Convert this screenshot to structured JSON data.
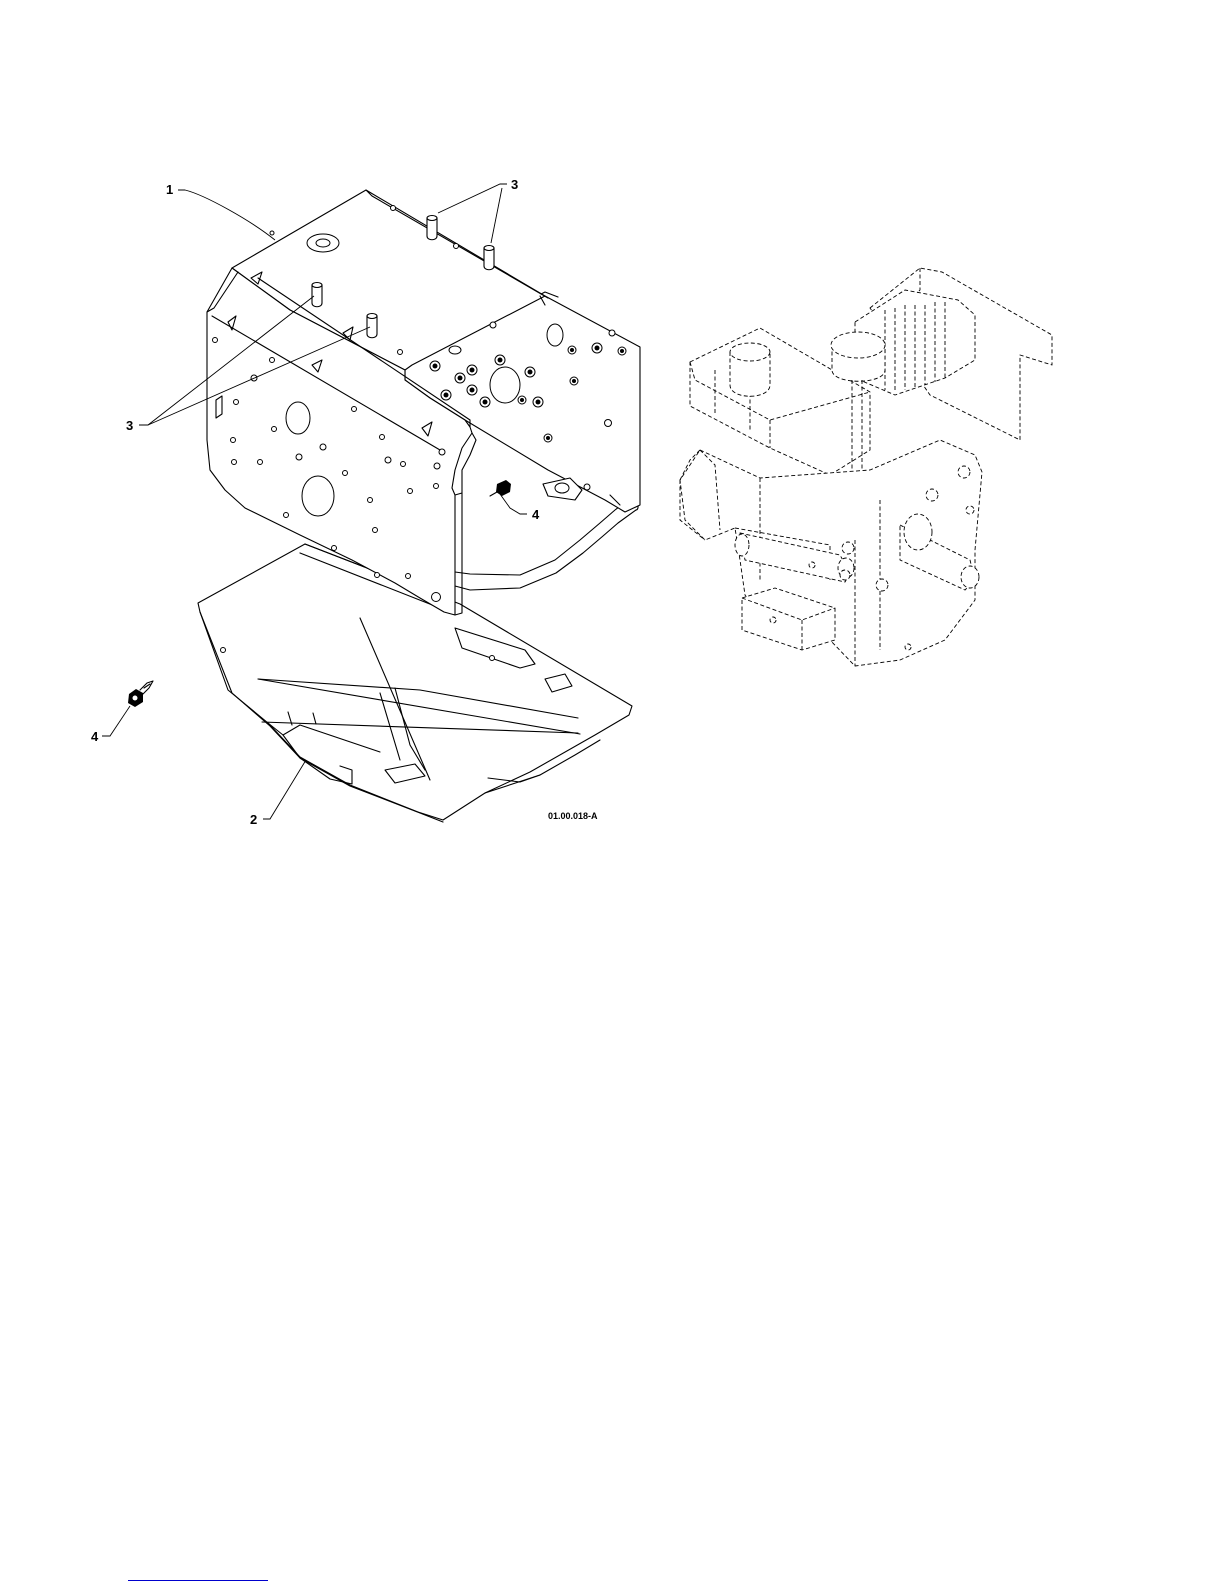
{
  "callouts": {
    "c1": "1",
    "c2": "2",
    "c3_top": "3",
    "c3_left": "3",
    "c4_right": "4",
    "c4_left": "4"
  },
  "drawing_id": "01.00.018-A",
  "colors": {
    "line": "#000000",
    "background": "#ffffff",
    "footer_rule": "#0000cc"
  }
}
